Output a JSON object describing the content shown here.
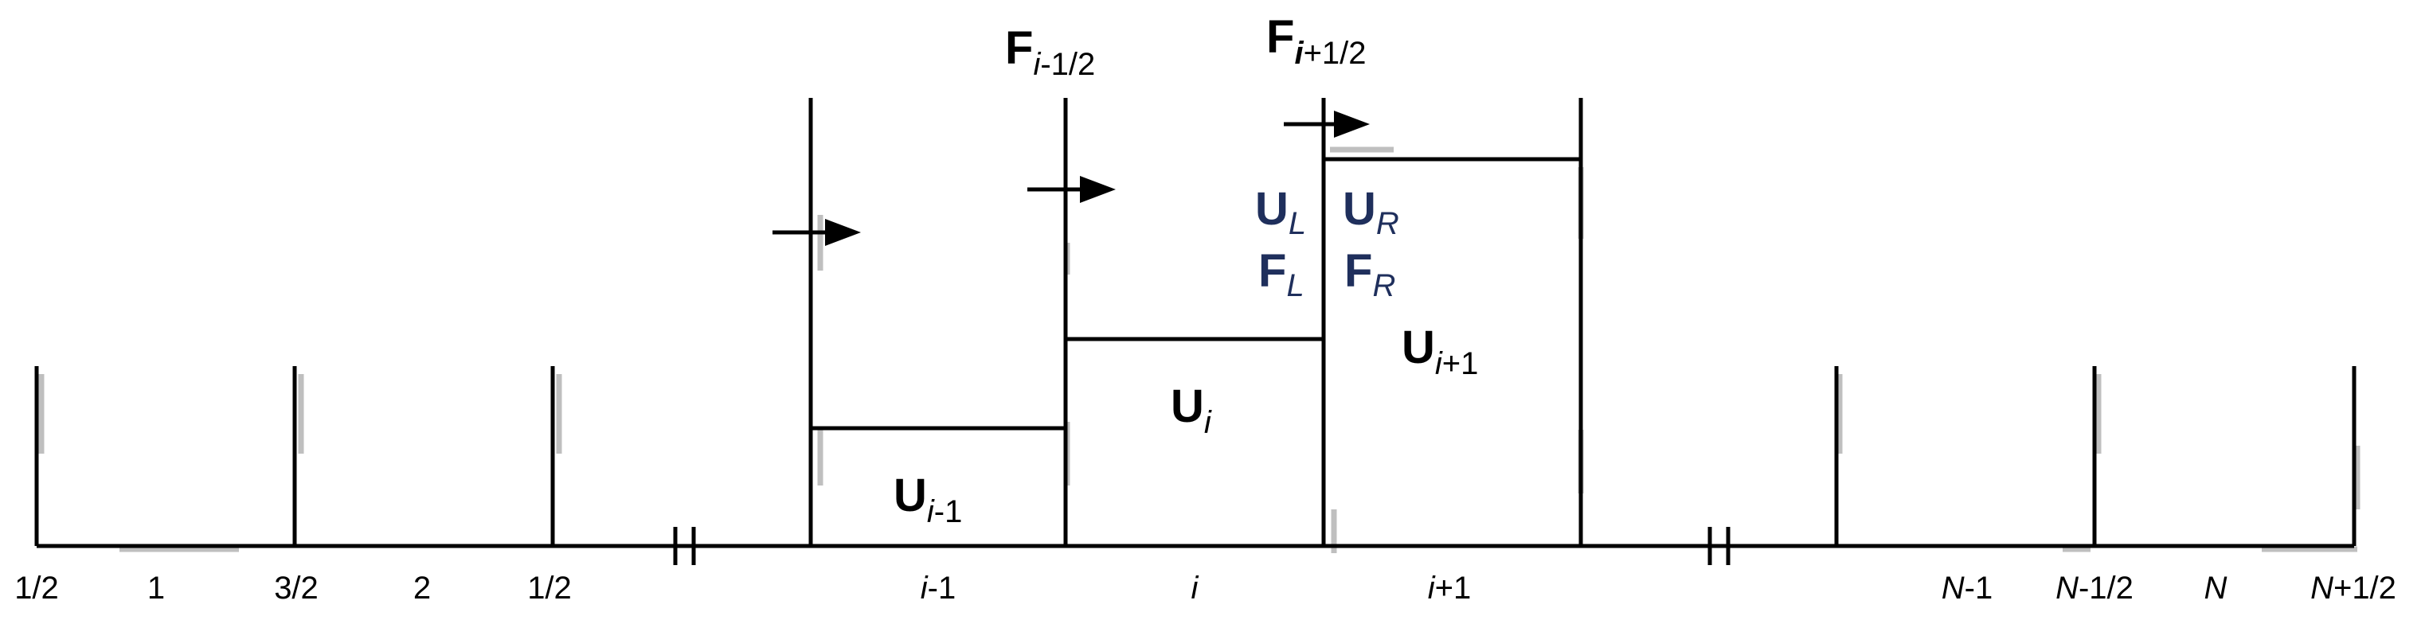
{
  "axis_labels": {
    "x1": "1/2",
    "x2": "1",
    "x3": "3/2",
    "x4": "2",
    "x5": "1/2",
    "cell_im1_i": "i",
    "cell_im1_rest": "-1",
    "cell_i": "i",
    "cell_ip1_i": "i",
    "cell_ip1_rest": "+1",
    "nm1_n": "N",
    "nm1_rest": "-1",
    "nmh_n": "N",
    "nmh_rest": "-1/2",
    "n": "N",
    "nph_n": "N",
    "nph_rest": "+1/2"
  },
  "fluxes": {
    "f_left": {
      "symbol": "F",
      "sub_i": "i",
      "sub_rest": "-1/2"
    },
    "f_right": {
      "symbol": "F",
      "sub_i": "i",
      "sub_rest": "+1/2"
    }
  },
  "states": {
    "u_im1": {
      "symbol": "U",
      "sub_i": "i",
      "sub_rest": "-1"
    },
    "u_i": {
      "symbol": "U",
      "sub_i": "i"
    },
    "u_ip1": {
      "symbol": "U",
      "sub_i": "i",
      "sub_rest": "+1"
    }
  },
  "interface_states": {
    "ul": {
      "symbol": "U",
      "sub": "L"
    },
    "ur": {
      "symbol": "U",
      "sub": "R"
    },
    "fl": {
      "symbol": "F",
      "sub": "L"
    },
    "fr": {
      "symbol": "F",
      "sub": "R"
    }
  },
  "colors": {
    "line": "#000000",
    "shadow": "#bfbfbf",
    "interface_text": "#1f2f5c"
  }
}
